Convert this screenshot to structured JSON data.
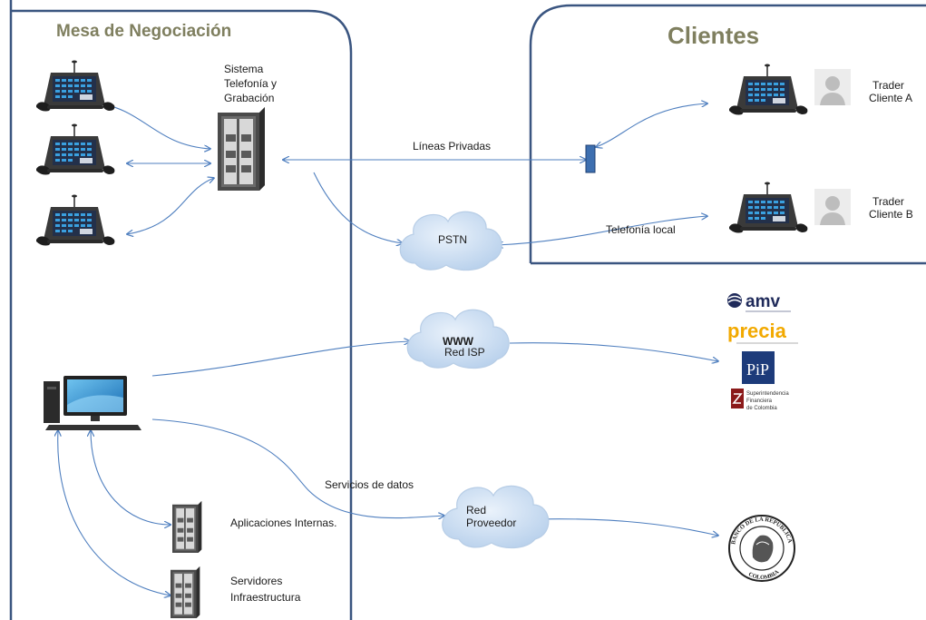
{
  "zones": {
    "mesa": {
      "title": "Mesa de Negociación",
      "title_color": "#7f7f5f"
    },
    "clientes": {
      "title": "Clientes",
      "title_color": "#7f7f5f"
    }
  },
  "nodes": {
    "sistema": {
      "line1": "Sistema",
      "line2": "Telefonía y",
      "line3": "Grabación"
    },
    "trader_a": {
      "line1": "Trader",
      "line2": "Cliente A"
    },
    "trader_b": {
      "line1": "Trader",
      "line2": "Cliente B"
    },
    "apps": {
      "label": "Aplicaciones Internas."
    },
    "servidores": {
      "line1": "Servidores",
      "line2": "Infraestructura"
    }
  },
  "clouds": {
    "pstn": {
      "label": "PSTN"
    },
    "isp": {
      "line1": "WWW",
      "line2": "Red ISP"
    },
    "proveedor": {
      "line1": "Red",
      "line2": "Proveedor"
    }
  },
  "edges": {
    "lineas_privadas": "Líneas Privadas",
    "telefonia_local": "Telefonía local",
    "servicios_datos": "Servicios de datos"
  },
  "logos": {
    "amv": "amv",
    "precia": "precia",
    "pip": "PiP",
    "superfinanciera": {
      "line1": "Superintendencia",
      "line2": "Financiera",
      "line3": "de Colombia"
    },
    "banco": {
      "top": "BANCO DE LA REPUBLICA",
      "bottom": "COLOMBIA"
    }
  },
  "colors": {
    "zone_border": "#3a5580",
    "connector": "#4f7fbf",
    "cloud": "#c7dbf1",
    "accent_amv": "#1f2a5a",
    "accent_precia": "#f2a900"
  }
}
